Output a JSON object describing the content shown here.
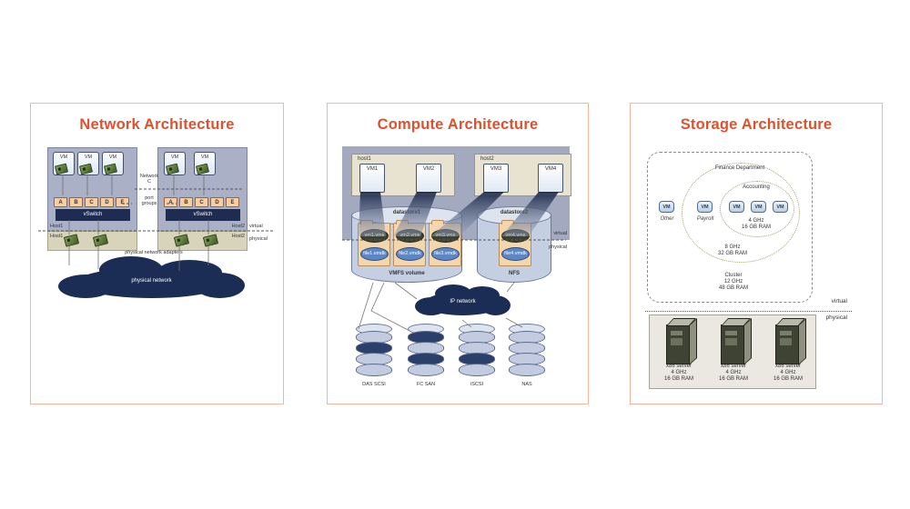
{
  "colors": {
    "accent": "#e2502b",
    "panel_border": "#f3b59d",
    "navy": "#1e2c52",
    "virtual_bg": "#aab1c7",
    "physical_bg": "#d8d4bb",
    "port_fill": "#f6cfa4",
    "cylinder_light": "#c2cbdf",
    "cylinder_dark": "#2b3f6b"
  },
  "network": {
    "title": "Network Architecture",
    "vm_label": "VM",
    "hosts": [
      {
        "name": "Host1",
        "vswitch_label": "vSwitch",
        "port_groups": [
          "A",
          "B",
          "C",
          "D",
          "E"
        ]
      },
      {
        "name": "Host2",
        "vswitch_label": "vSwitch",
        "port_groups": [
          "A",
          "B",
          "C",
          "D",
          "E"
        ]
      }
    ],
    "network_c": [
      "Network",
      "C"
    ],
    "port_groups_label": [
      "port",
      "groups"
    ],
    "adapters_label": "physical network adapters",
    "cloud_label": "physical network",
    "virtual_label": "virtual",
    "physical_label": "physical"
  },
  "compute": {
    "title": "Compute Architecture",
    "hosts": [
      {
        "name": "host1",
        "vms": [
          "VM1",
          "VM2"
        ]
      },
      {
        "name": "host2",
        "vms": [
          "VM3",
          "VM4"
        ]
      }
    ],
    "datastores": [
      {
        "name": "datastore1",
        "volume_label": "VMFS volume",
        "files": [
          {
            "vmx": "vm1.vmx",
            "vmdk": "file1.vmdk"
          },
          {
            "vmx": "vm2.vmx",
            "vmdk": "file2.vmdk"
          },
          {
            "vmx": "vm3.vmx",
            "vmdk": "file3.vmdk"
          }
        ]
      },
      {
        "name": "datastore2",
        "volume_label": "NFS",
        "files": [
          {
            "vmx": "vm4.vmx",
            "vmdk": "file4.vmdk"
          }
        ]
      }
    ],
    "cloud_label": "IP network",
    "storage_labels": [
      "DAS SCSI",
      "FC SAN",
      "iSCSI",
      "NAS"
    ],
    "virtual_label": "virtual",
    "physical_label": "physical"
  },
  "storage": {
    "title": "Storage Architecture",
    "vm_label": "VM",
    "cluster": {
      "name": "Cluster",
      "cpu": "12 GHz",
      "ram": "48 GB RAM"
    },
    "finance": {
      "name": "Finance Department",
      "cpu": "8 GHz",
      "ram": "32 GB RAM"
    },
    "accounting": {
      "name": "Accounting",
      "cpu": "4 GHz",
      "ram": "16 GB RAM"
    },
    "other_label": "Other",
    "payroll_label": "Payroll",
    "servers": [
      {
        "name": "x86 server",
        "cpu": "4 GHz",
        "ram": "16 GB RAM"
      },
      {
        "name": "x86 server",
        "cpu": "4 GHz",
        "ram": "16 GB RAM"
      },
      {
        "name": "x86 server",
        "cpu": "4 GHz",
        "ram": "16 GB RAM"
      }
    ],
    "virtual_label": "virtual",
    "physical_label": "physical"
  }
}
